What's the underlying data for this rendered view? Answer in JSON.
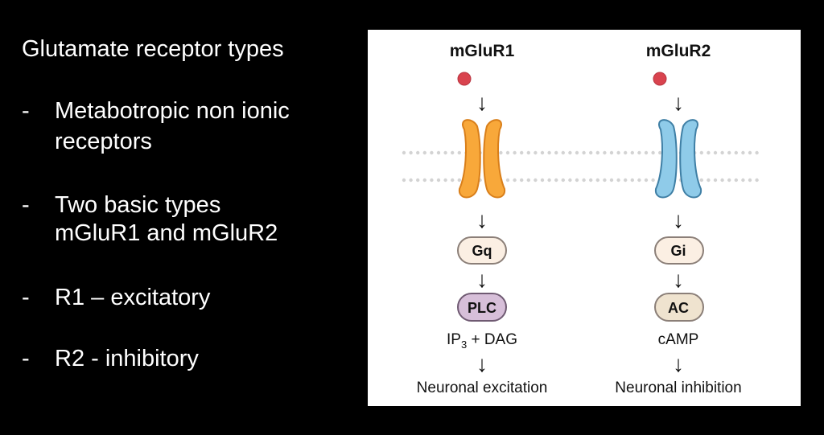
{
  "slide": {
    "title": "Glutamate receptor types",
    "bullets": [
      {
        "dash": "-",
        "lines": [
          "Metabotropic non ionic",
          "receptors"
        ]
      },
      {
        "dash": "-",
        "lines": [
          "Two basic types",
          "mGluR1 and mGluR2"
        ]
      },
      {
        "dash": "-",
        "lines": [
          "R1 – excitatory"
        ]
      },
      {
        "dash": "-",
        "lines": [
          "R2 - inhibitory"
        ]
      }
    ]
  },
  "diagram": {
    "colors": {
      "ligand": "#d9434e",
      "receptor1_fill": "#f8a83a",
      "receptor1_stroke": "#d97f1a",
      "receptor2_fill": "#8fcbe9",
      "receptor2_stroke": "#3f7fa5",
      "membrane_dots": "#d3d3d3",
      "g_protein_fill": "#fbefe3",
      "plc_fill": "#d7bfd9",
      "ac_fill": "#efe3cf",
      "pill_stroke": "#8b7f78"
    },
    "pathways": [
      {
        "receptor": "mGluR1",
        "g_protein": "Gq",
        "effector": "PLC",
        "messenger_main": "IP",
        "messenger_sub": "3",
        "messenger_rest": " + DAG",
        "outcome": "Neuronal excitation",
        "arrow": "↓"
      },
      {
        "receptor": "mGluR2",
        "g_protein": "Gi",
        "effector": "AC",
        "messenger_main": "cAMP",
        "messenger_sub": "",
        "messenger_rest": "",
        "outcome": "Neuronal inhibition",
        "arrow": "↓"
      }
    ]
  }
}
